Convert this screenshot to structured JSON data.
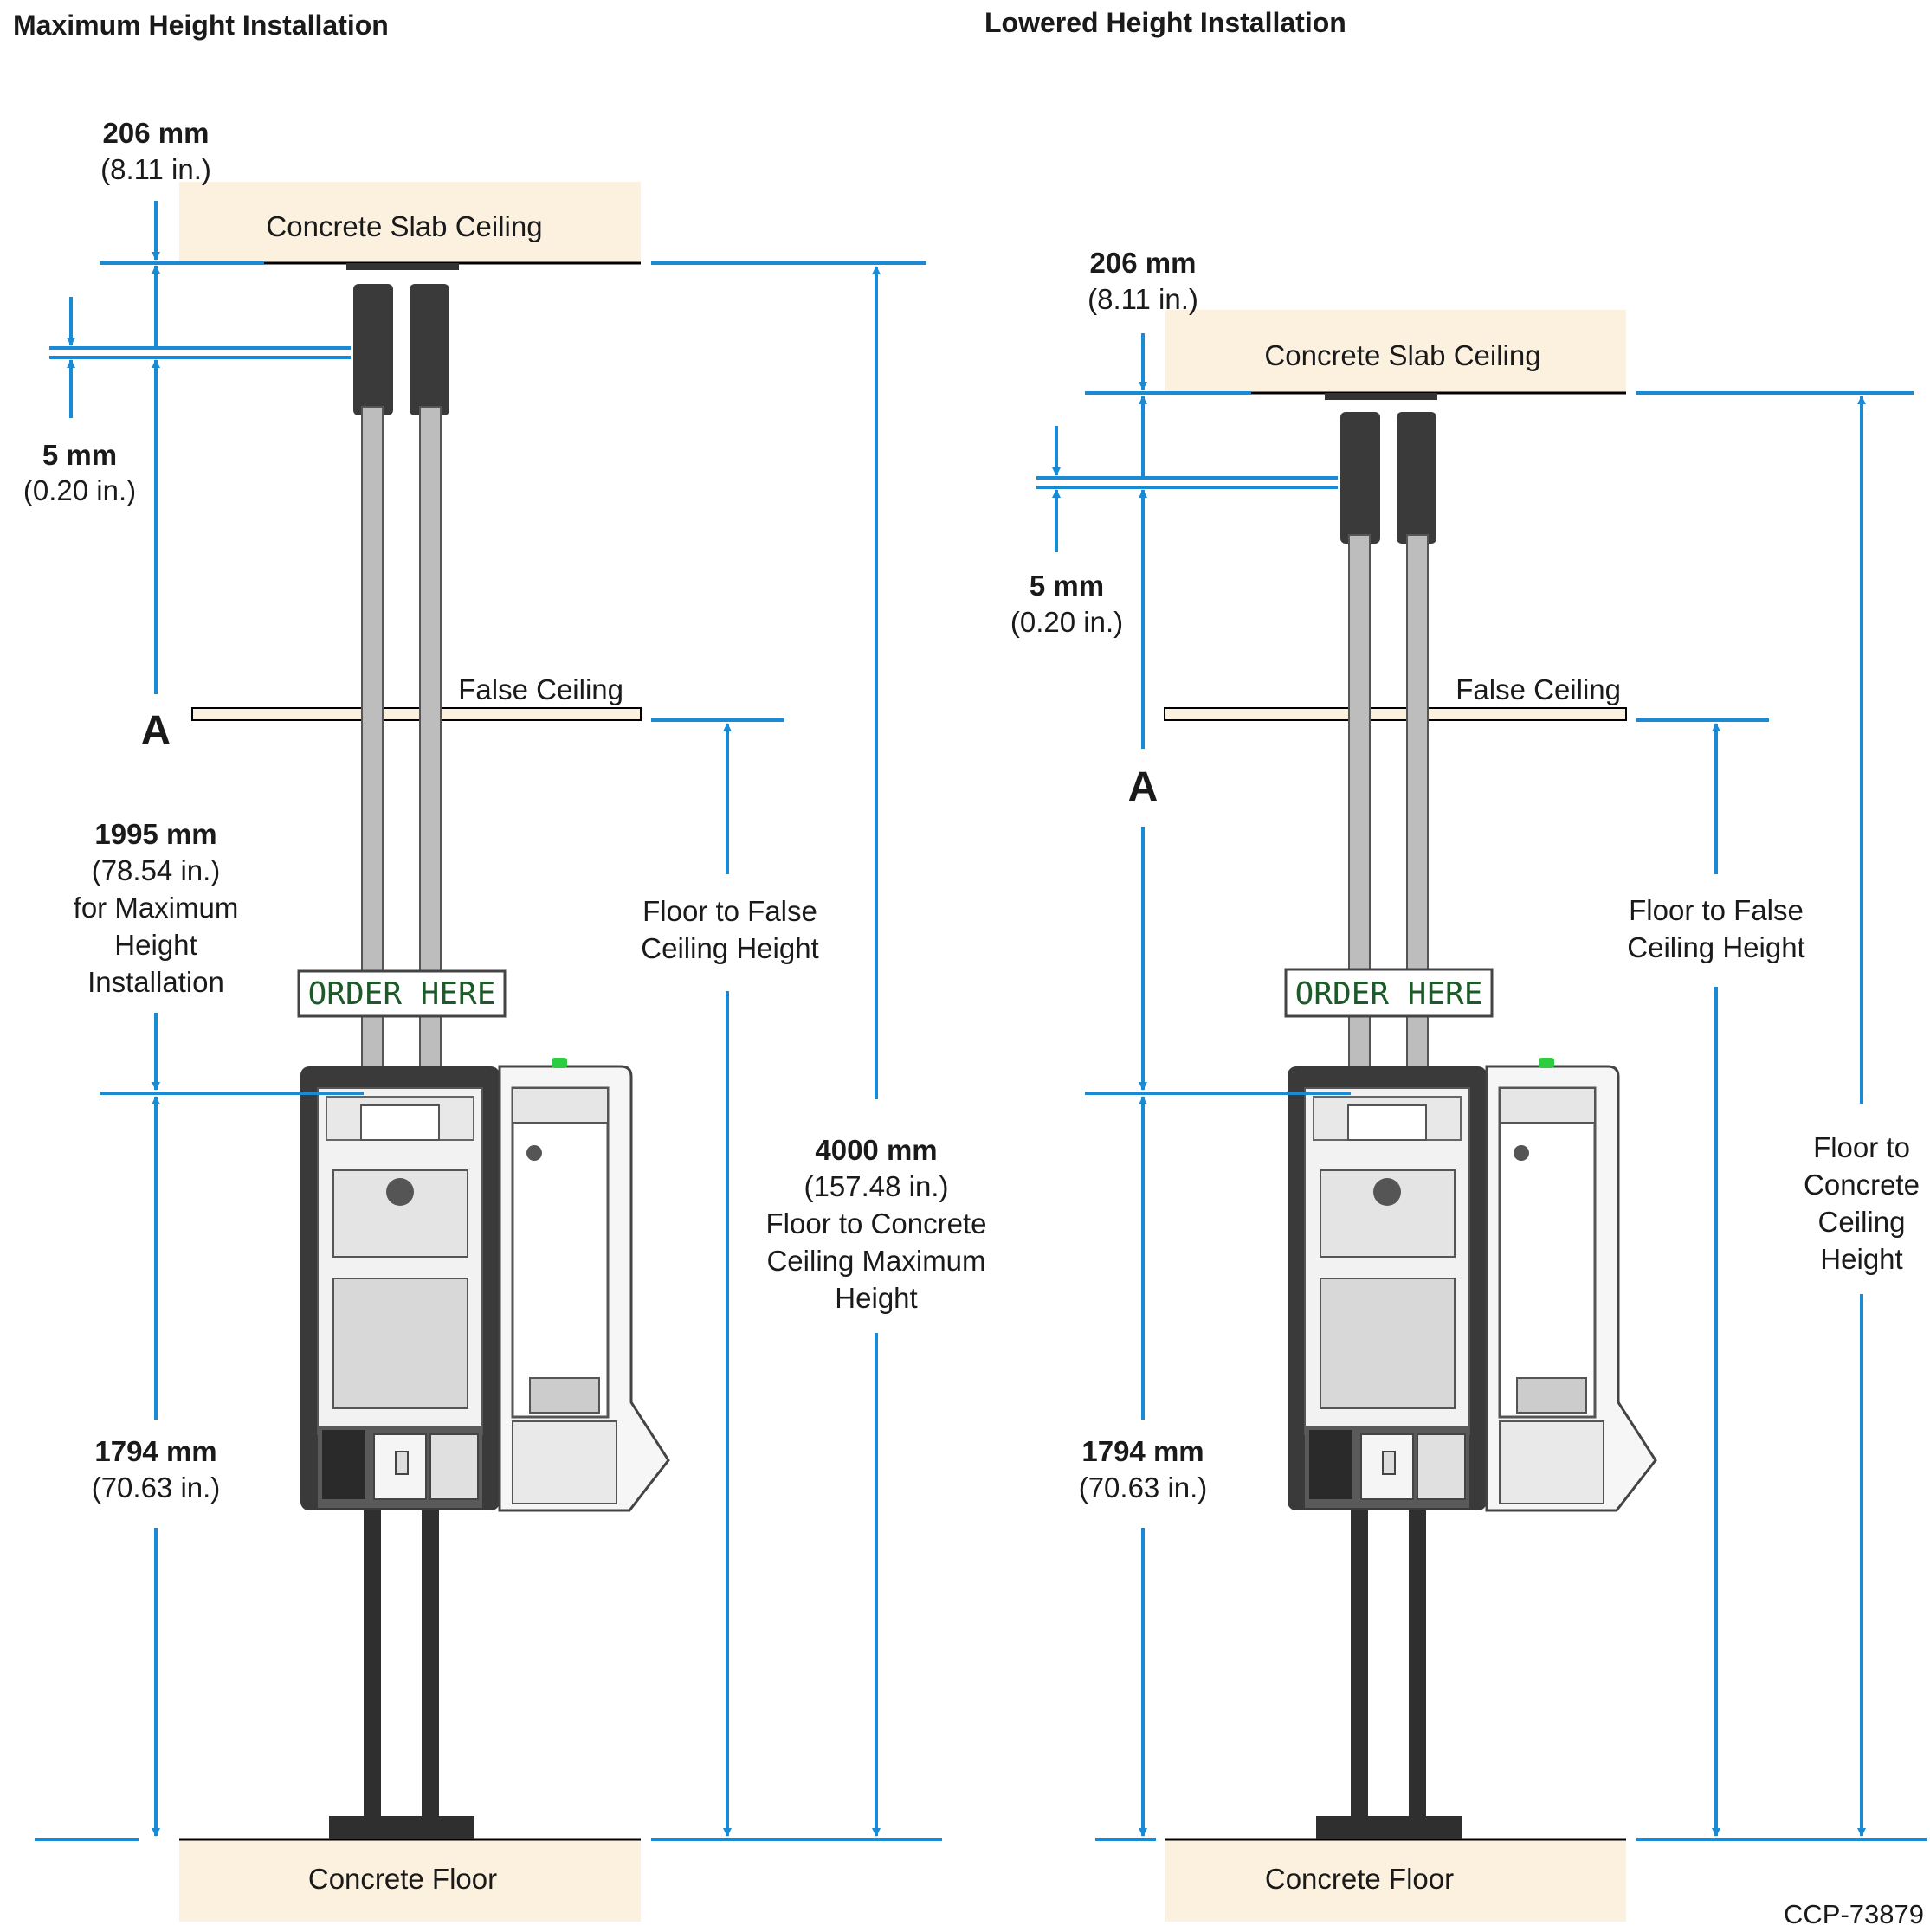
{
  "colors": {
    "dimension_line": "#1a8ad4",
    "slab_fill": "#fcf1df",
    "kiosk_outline": "#333333",
    "sign_text": "#1d5a2a"
  },
  "left_panel": {
    "title": "Maximum Height Installation",
    "ceiling_label": "Concrete Slab Ceiling",
    "false_ceiling_label": "False Ceiling",
    "floor_label": "Concrete Floor",
    "sign_text": "ORDER  HERE",
    "marker_label": "A",
    "dim_206": {
      "value": "206 mm",
      "imperial": "(8.11 in.)"
    },
    "dim_5": {
      "value": "5 mm",
      "imperial": "(0.20 in.)"
    },
    "dim_1995": {
      "value": "1995 mm",
      "imperial": "(78.54 in.)",
      "note_1": "for Maximum",
      "note_2": "Height",
      "note_3": "Installation"
    },
    "dim_1794": {
      "value": "1794 mm",
      "imperial": "(70.63 in.)"
    },
    "dim_false": {
      "line_1": "Floor to False",
      "line_2": "Ceiling Height"
    },
    "dim_4000": {
      "value": "4000 mm",
      "imperial": "(157.48 in.)",
      "line_1": "Floor to Concrete",
      "line_2": "Ceiling Maximum",
      "line_3": "Height"
    }
  },
  "right_panel": {
    "title": "Lowered Height Installation",
    "ceiling_label": "Concrete Slab Ceiling",
    "false_ceiling_label": "False Ceiling",
    "floor_label": "Concrete Floor",
    "sign_text": "ORDER  HERE",
    "marker_label": "A",
    "dim_206": {
      "value": "206 mm",
      "imperial": "(8.11 in.)"
    },
    "dim_5": {
      "value": "5 mm",
      "imperial": "(0.20 in.)"
    },
    "dim_1794": {
      "value": "1794 mm",
      "imperial": "(70.63 in.)"
    },
    "dim_false": {
      "line_1": "Floor to False",
      "line_2": "Ceiling Height"
    },
    "dim_concrete": {
      "line_1": "Floor to",
      "line_2": "Concrete",
      "line_3": "Ceiling",
      "line_4": "Height"
    }
  },
  "figure_id": "CCP-73879"
}
